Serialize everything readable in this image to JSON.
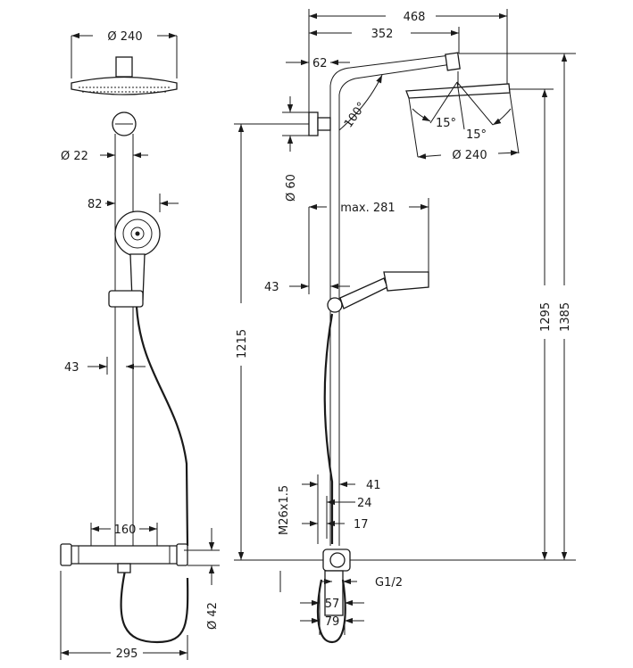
{
  "front_view": {
    "head_diameter": "Ø 240",
    "pipe_diameter": "Ø 22",
    "hand_shower_width": "82",
    "bar_offset": "43",
    "valve_spacing": "160",
    "outlet_diameter": "Ø 42",
    "overall_width": "295"
  },
  "side_view": {
    "reach": "468",
    "arm_length": "352",
    "wall_distance": "62",
    "arm_angle": "100°",
    "head_diameter": "Ø 240",
    "tilt_angle_left": "15°",
    "tilt_angle_right": "15°",
    "bracket_diameter": "Ø 60",
    "hand_arm_max": "max. 281",
    "holder_offset": "43",
    "height_bracket": "1215",
    "height_head": "1295",
    "overall_height": "1385",
    "connection_thread": "M26x1.5",
    "dim_41": "41",
    "dim_24": "24",
    "dim_17": "17",
    "inlet_thread": "G1/2",
    "dim_57": "57",
    "dim_79": "79"
  }
}
